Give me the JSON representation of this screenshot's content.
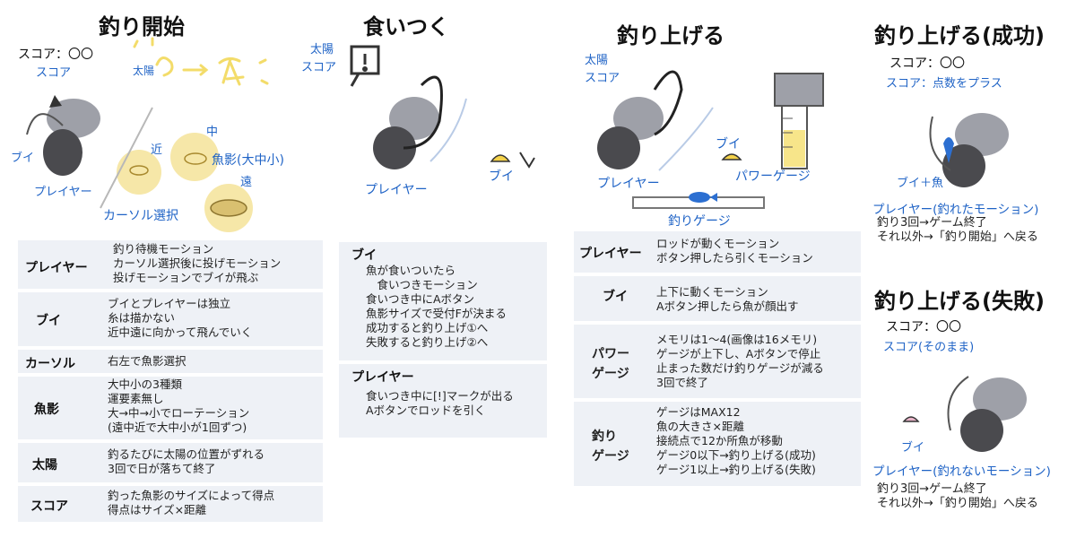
{
  "colors": {
    "label_blue": "#1f63c6",
    "panel_bg": "#eef1f6",
    "sun_yellow": "#f4e07a",
    "fish_shadow": "#f6e7a8",
    "gauge_yellow": "#f7e58a",
    "fish_marker": "#2c6fd1"
  },
  "col1": {
    "title": "釣り開始",
    "score_line": "スコア：〇〇",
    "score_label": "スコア",
    "sun_label": "太陽",
    "buoy_label": "ブイ",
    "player_label": "プレイヤー",
    "near_label": "近",
    "mid_label": "中",
    "fish_shadow_label": "魚影(大中小)",
    "far_label": "遠",
    "cursor_label": "カーソル選択",
    "rows": [
      {
        "label": "プレイヤー",
        "text": "釣り待機モーション\nカーソル選択後に投げモーション\n投げモーションでブイが飛ぶ"
      },
      {
        "label": "ブイ",
        "text": "ブイとプレイヤーは独立\n糸は描かない\n近中遠に向かって飛んでいく"
      },
      {
        "label": "カーソル",
        "text": "右左で魚影選択"
      },
      {
        "label": "魚影",
        "text": "大中小の3種類\n運要素無し\n大→中→小でローテーション\n(遠中近で大中小が1回ずつ)"
      },
      {
        "label": "太陽",
        "text": "釣るたびに太陽の位置がずれる\n3回で日が落ちて終了"
      },
      {
        "label": "スコア",
        "text": "釣った魚影のサイズによって得点\n得点はサイズ×距離"
      }
    ]
  },
  "col2": {
    "title": "食いつく",
    "sun_label": "太陽",
    "score_label": "スコア",
    "player_label": "プレイヤー",
    "buoy_label": "ブイ",
    "buoy_heading": "ブイ",
    "buoy_text": "魚が食いついたら\n　食いつきモーション\n食いつき中にAボタン\n魚影サイズで受付Fが決まる\n成功すると釣り上げ①へ\n失敗すると釣り上げ②へ",
    "player_heading": "プレイヤー",
    "player_text": "食いつき中に[!]マークが出る\nAボタンでロッドを引く"
  },
  "col3": {
    "title": "釣り上げる",
    "sun_label": "太陽",
    "score_label": "スコア",
    "player_label": "プレイヤー",
    "buoy_label": "ブイ",
    "power_gauge_label": "パワーゲージ",
    "fishing_gauge_label": "釣りゲージ",
    "rows": [
      {
        "label": "プレイヤー",
        "text": "ロッドが動くモーション\nボタン押したら引くモーション"
      },
      {
        "label": "ブイ",
        "text": "上下に動くモーション\nAボタン押したら魚が顔出す"
      },
      {
        "label": "パワー\nゲージ",
        "text": "メモリは1～4(画像は16メモリ)\nゲージが上下し、Aボタンで停止\n止まった数だけ釣りゲージが減る\n3回で終了"
      },
      {
        "label": "釣り\nゲージ",
        "text": "ゲージはMAX12\n魚の大きさ×距離\n接続点で12か所魚が移動\nゲージ0以下→釣り上げる(成功)\nゲージ1以上→釣り上げる(失敗)"
      }
    ]
  },
  "col4": {
    "success_title": "釣り上げる(成功)",
    "success_score": "スコア：〇〇",
    "success_score_note": "スコア：点数をプラス",
    "success_buoy_fish": "ブイ＋魚",
    "success_player_label": "プレイヤー(釣れたモーション)",
    "success_text": "釣り3回→ゲーム終了\nそれ以外→「釣り開始」へ戻る",
    "fail_title": "釣り上げる(失敗)",
    "fail_score": "スコア：〇〇",
    "fail_score_note": "スコア(そのまま)",
    "fail_buoy_label": "ブイ",
    "fail_player_label": "プレイヤー(釣れないモーション)",
    "fail_text": "釣り3回→ゲーム終了\nそれ以外→「釣り開始」へ戻る"
  }
}
